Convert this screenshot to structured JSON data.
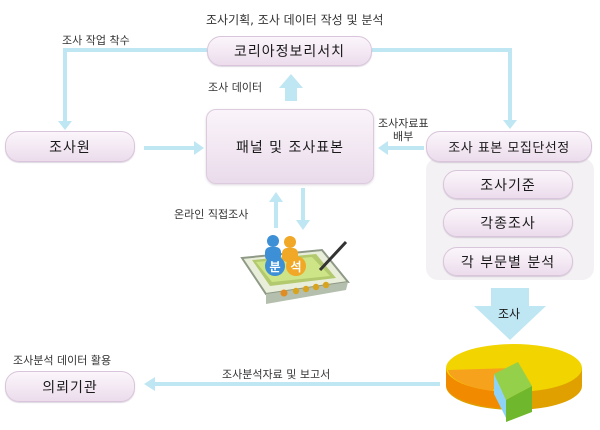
{
  "top_label": "조사기획, 조사 데이터 작성 및 분석",
  "boxes": {
    "korea_research": "코리아정보리서치",
    "surveyor": "조사원",
    "panel": "패널 및 조사표본",
    "sampling": "조사 표본 모집단선정",
    "criteria": "조사기준",
    "each_survey": "각종조사",
    "dept_analysis": "각 부문별 분석",
    "client": "의뢰기관"
  },
  "labels": {
    "start_survey": "조사 작업 착수",
    "survey_data": "조사 데이터",
    "questionnaire_line1": "조사자료표",
    "questionnaire_line2": "배부",
    "online_survey": "온라인 직접조사",
    "survey_arrow": "조사",
    "use_data": "조사분석 데이터 활용",
    "report": "조사분석자료 및 보고서"
  },
  "illustration": {
    "analysis_badge_1": "분",
    "analysis_badge_2": "석",
    "device_icon": "tablet-pen-icon",
    "people_icon": "people-icon",
    "chart_icon": "pie-chart-icon"
  },
  "colors": {
    "arrow": "#bfe6f3",
    "box_border": "#d9c5db",
    "pie_yellow": "#f1d400",
    "pie_orange": "#f28a00",
    "pie_green": "#95d04a",
    "pie_blue": "#8ed3f5"
  }
}
